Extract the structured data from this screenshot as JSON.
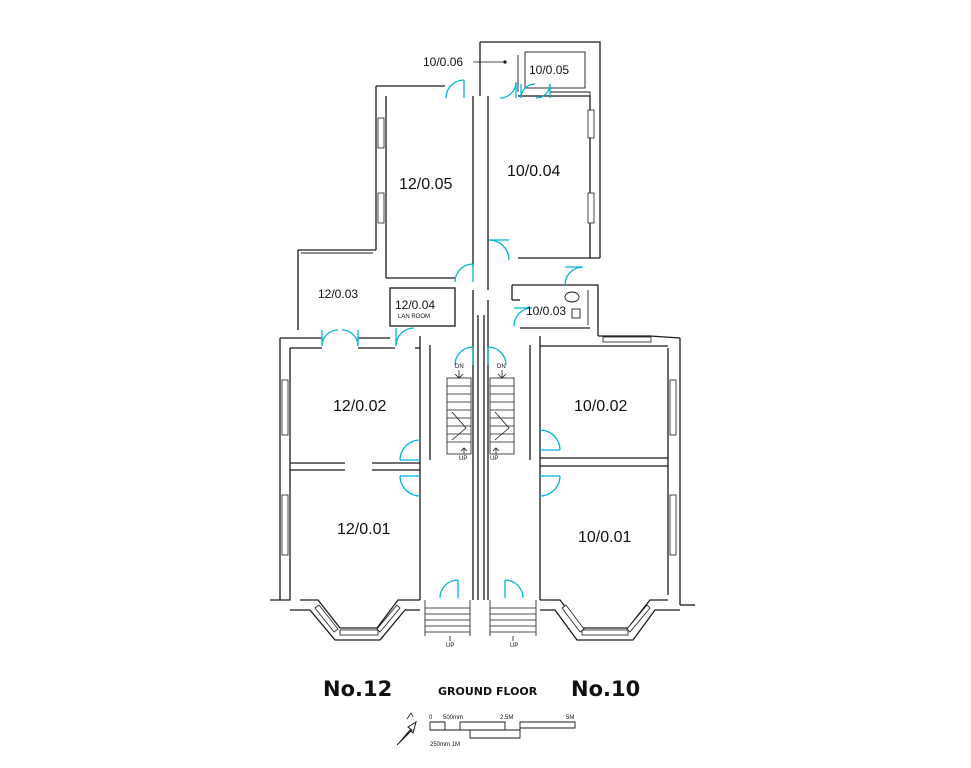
{
  "rooms": {
    "r10_006": "10/0.06",
    "r10_005": "10/0.05",
    "r12_005": "12/0.05",
    "r10_004": "10/0.04",
    "r12_003": "12/0.03",
    "r12_004": "12/0.04",
    "r12_004_sub": "LAN ROOM",
    "r10_003": "10/0.03",
    "r12_002": "12/0.02",
    "r10_002": "10/0.02",
    "r12_001": "12/0.01",
    "r10_001": "10/0.01"
  },
  "stairs": {
    "dn": "DN",
    "up": "UP"
  },
  "entrances": {
    "up": "UP"
  },
  "buildings": {
    "left": "No.12",
    "right": "No.10"
  },
  "floor_title": "GROUND FLOOR",
  "scale_bar": {
    "zero": "0",
    "t1": "500mm",
    "t2": "2.5M",
    "t3": "5M",
    "sub": "250mm 1M"
  },
  "colors": {
    "door": "#00b4d8",
    "wall": "#1a1a1a"
  },
  "icons": {
    "north": "north-arrow-icon"
  }
}
